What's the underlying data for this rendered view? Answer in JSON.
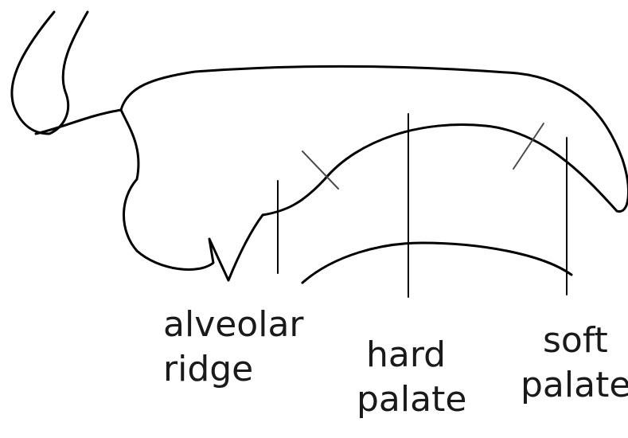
{
  "labels": {
    "alveolar_ridge": {
      "line1": "alveolar",
      "line2": "ridge"
    },
    "hard_palate": {
      "line1": "hard",
      "line2": "palate"
    },
    "soft_palate": {
      "line1": "soft",
      "line2": "palate"
    }
  },
  "colors": {
    "line": "#000000",
    "text": "#1a1a1a",
    "tick": "#4a4a4a",
    "background": "#ffffff"
  }
}
